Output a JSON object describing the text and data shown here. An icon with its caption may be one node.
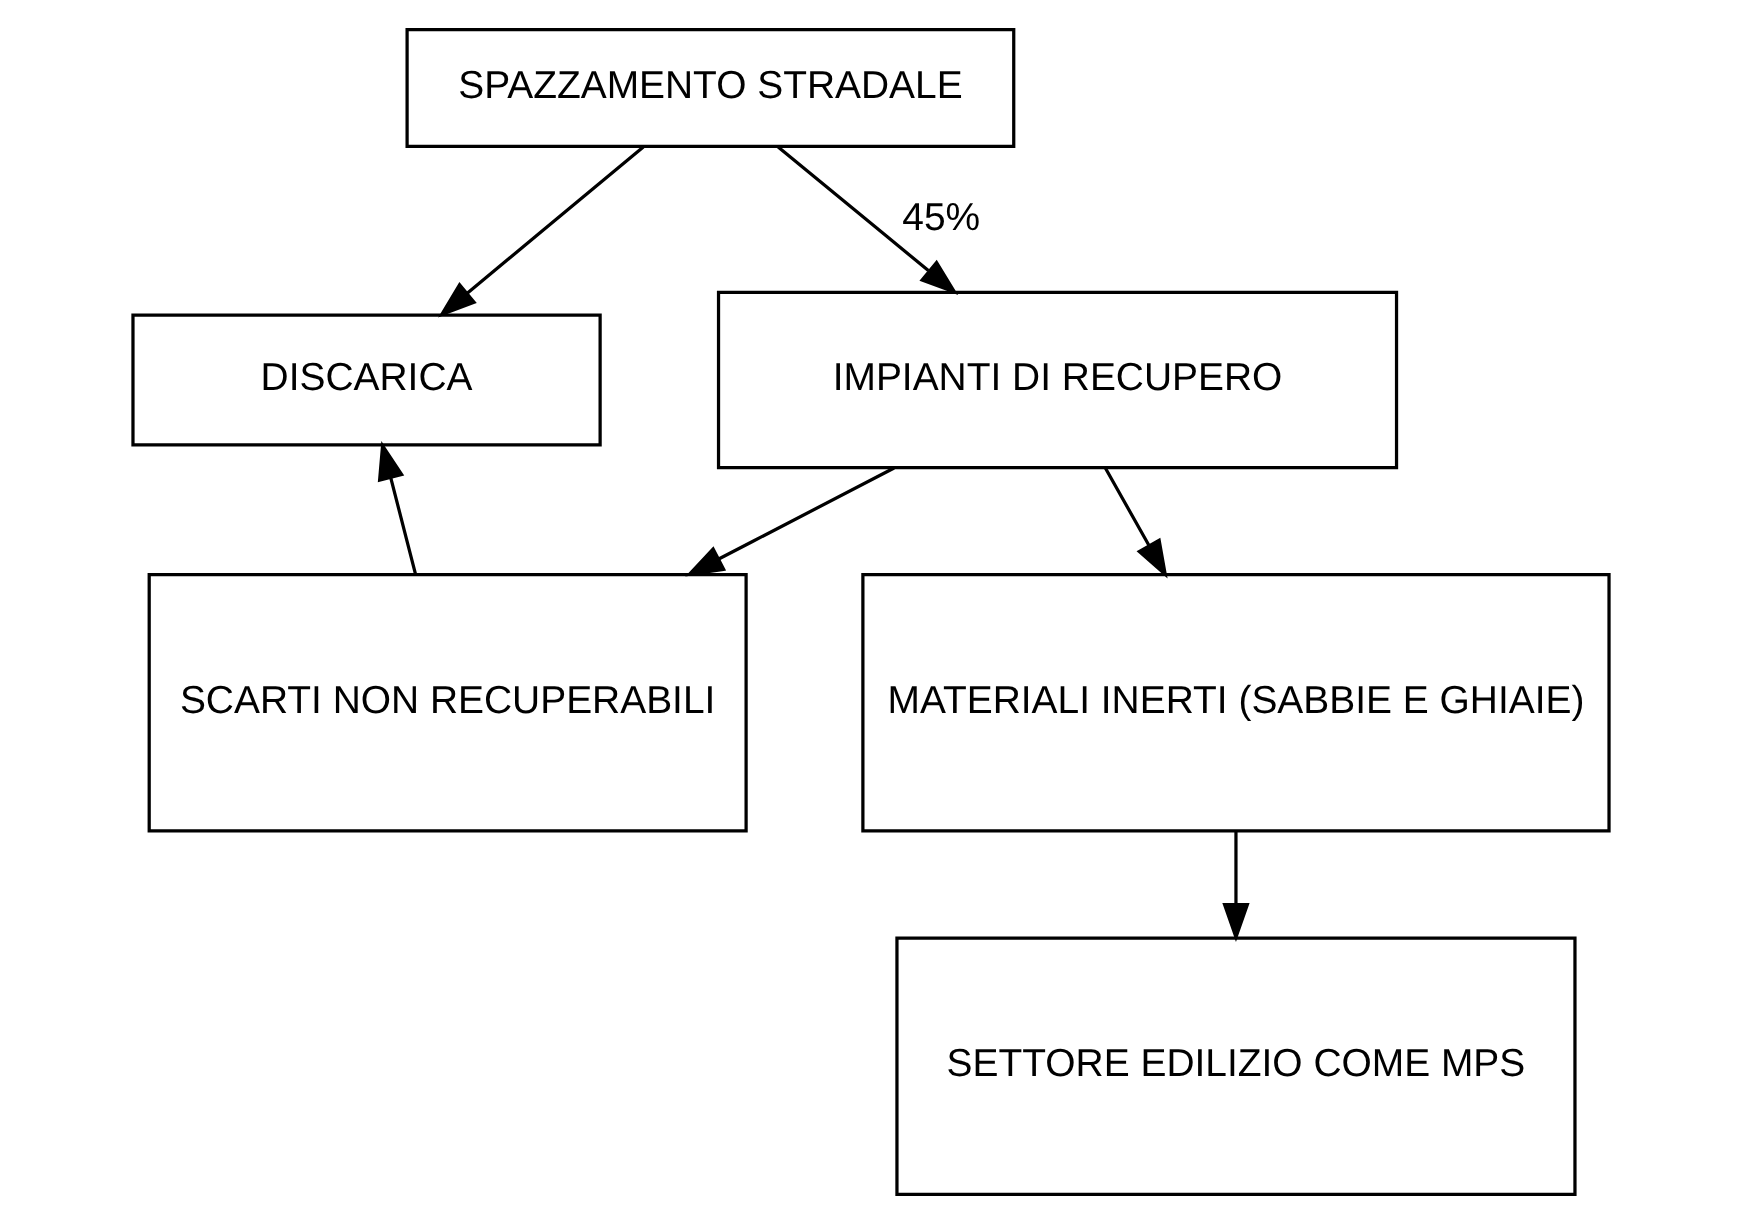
{
  "diagram": {
    "nodes": [
      {
        "text": [
          "SPAZZAMENTO STRADALE"
        ]
      },
      {
        "text": [
          "DISCARICA"
        ]
      },
      {
        "text": [
          "IMPIANTI DI RECUPERO"
        ]
      },
      {
        "text": [
          "SCARTI NON RECUPERABILI"
        ]
      },
      {
        "text": [
          "MATERIALI INERTI (SABBIE E GHIAIE)"
        ]
      },
      {
        "text": [
          "SETTORE EDILIZIO COME MPS"
        ]
      }
    ],
    "edges": [
      {
        "from": 0,
        "to": 1,
        "arrow": "to"
      },
      {
        "from": 0,
        "to": 2,
        "arrow": "to",
        "label": "45%"
      },
      {
        "from": 2,
        "to": 3,
        "arrow": "to"
      },
      {
        "from": 2,
        "to": 4,
        "arrow": "to"
      },
      {
        "from": 3,
        "to": 1,
        "arrow": "to"
      },
      {
        "from": 4,
        "to": 5,
        "arrow": "to"
      }
    ]
  }
}
